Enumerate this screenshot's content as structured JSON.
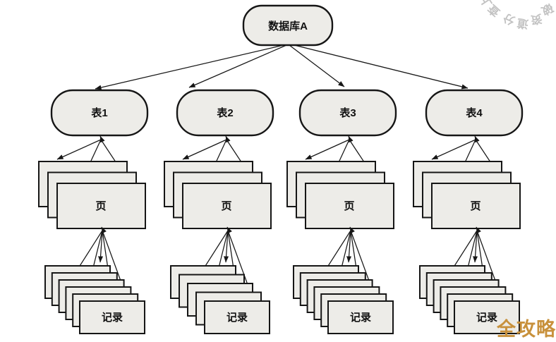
{
  "diagram": {
    "root": {
      "label": "数据库A"
    },
    "page_level_label": "页",
    "record_level_label": "记录",
    "tables": [
      {
        "label": "表1",
        "pages": {
          "label": "页",
          "stack_count": 3
        },
        "records": {
          "label": "记录",
          "stack_count": 6
        }
      },
      {
        "label": "表2",
        "pages": {
          "label": "页",
          "stack_count": 3
        },
        "records": {
          "label": "记录",
          "stack_count": 5
        }
      },
      {
        "label": "表3",
        "pages": {
          "label": "页",
          "stack_count": 3
        },
        "records": {
          "label": "记录",
          "stack_count": 6
        }
      },
      {
        "label": "表4",
        "pages": {
          "label": "页",
          "stack_count": 3
        },
        "records": {
          "label": "记录",
          "stack_count": 6
        }
      }
    ],
    "colors": {
      "node_fill": "#edece8",
      "node_border": "#161616",
      "arrow": "#161616",
      "background": "#ffffff"
    }
  },
  "watermark": {
    "characters": [
      "上",
      "查",
      "分",
      "道",
      "资",
      "破"
    ],
    "color": "#c2c2c2"
  },
  "brand": {
    "text": "全攻略",
    "color": "#c8913c"
  }
}
